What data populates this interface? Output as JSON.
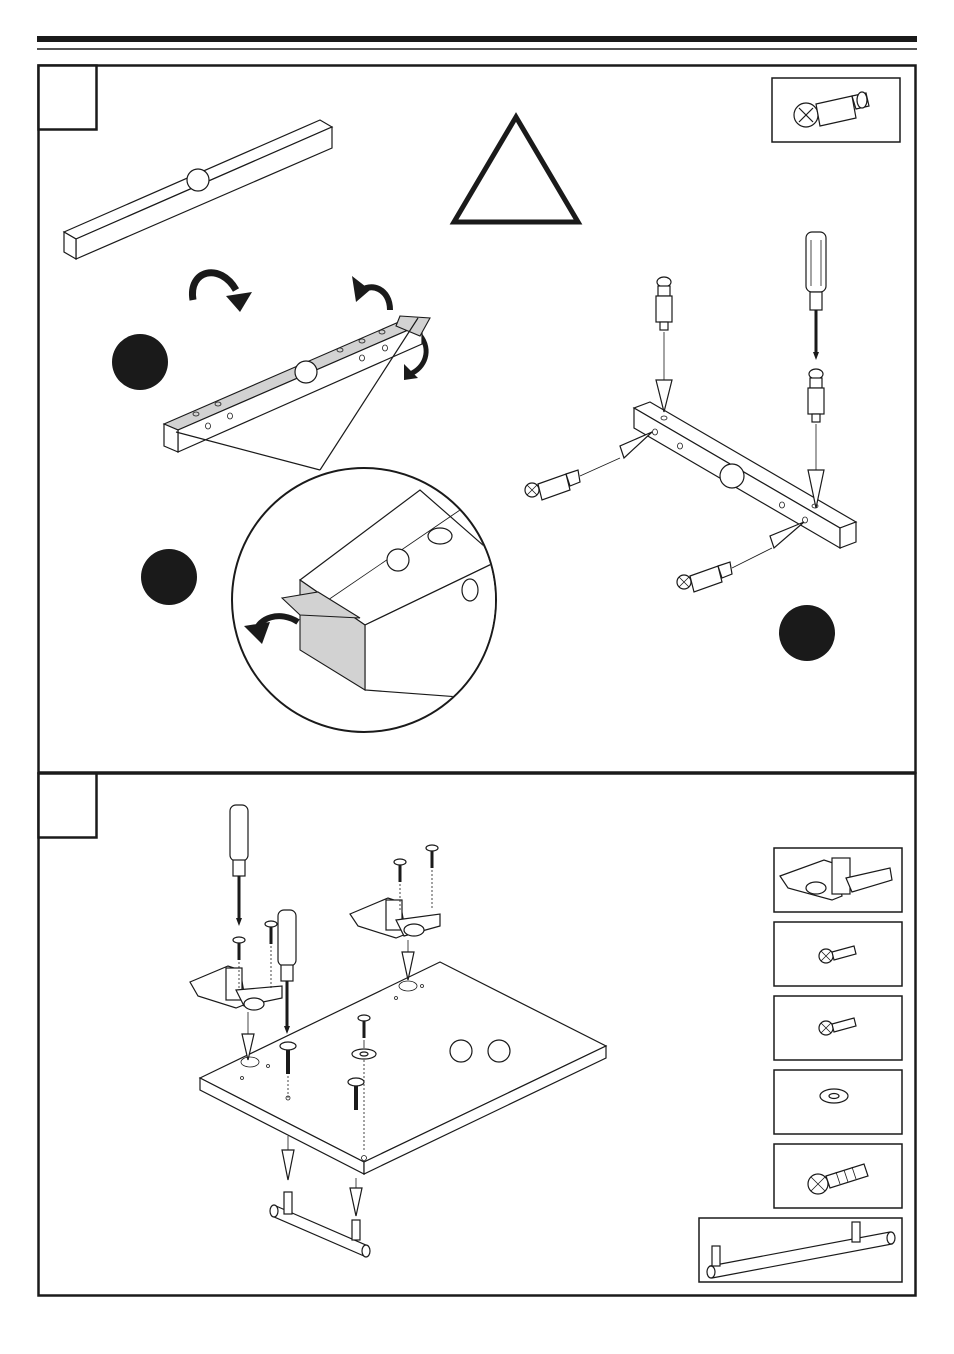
{
  "page": {
    "header_rule": "double",
    "colors": {
      "ink": "#1a1a1a",
      "paper": "#ffffff",
      "film": "#d2d2d2"
    }
  },
  "steps": [
    {
      "id": "step-1",
      "number_box": "",
      "warning_icon": "warning-triangle-icon",
      "parts": [
        "cam-dowel-icon"
      ],
      "sub_step_markers": 3
    },
    {
      "id": "step-2",
      "number_box": "",
      "parts": [
        "hinge-icon",
        "short-screw-icon",
        "short-screw-icon",
        "washer-icon",
        "handle-screw-icon",
        "handle-bar-icon"
      ]
    }
  ]
}
